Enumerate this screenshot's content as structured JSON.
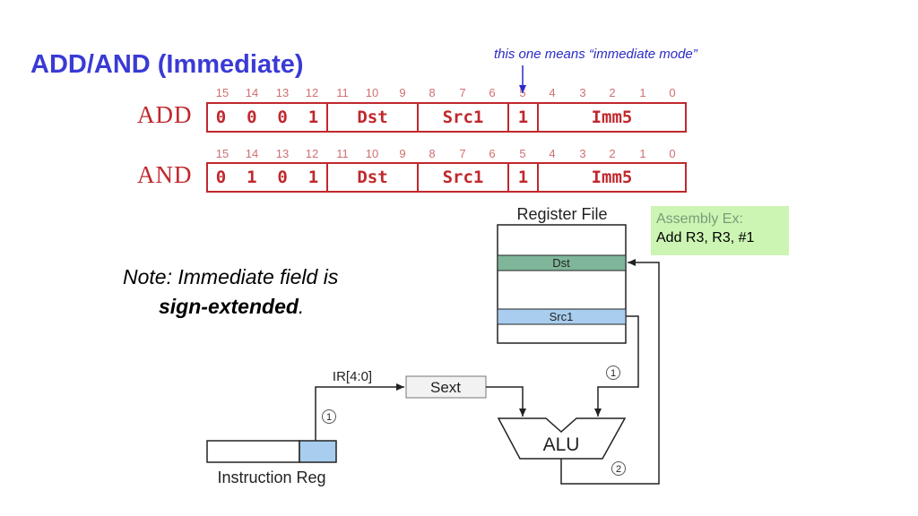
{
  "title": "ADD/AND (Immediate)",
  "annotation": "this one means “immediate mode”",
  "bit_numbers": [
    "15",
    "14",
    "13",
    "12",
    "11",
    "10",
    "9",
    "8",
    "7",
    "6",
    "5",
    "4",
    "3",
    "2",
    "1",
    "0"
  ],
  "instructions": [
    {
      "name": "ADD",
      "fields": [
        {
          "label": "0  0  0  1"
        },
        {
          "label": "Dst"
        },
        {
          "label": "Src1"
        },
        {
          "label": "1"
        },
        {
          "label": "Imm5"
        }
      ]
    },
    {
      "name": "AND",
      "fields": [
        {
          "label": "0  1  0  1"
        },
        {
          "label": "Dst"
        },
        {
          "label": "Src1"
        },
        {
          "label": "1"
        },
        {
          "label": "Imm5"
        }
      ]
    }
  ],
  "assembly": {
    "heading": "Assembly Ex:",
    "code": "Add R3, R3, #1"
  },
  "note": {
    "prefix": "Note: Immediate field is",
    "emphasis": "sign-extended",
    "suffix": "."
  },
  "diagram": {
    "register_file": "Register File",
    "dst": "Dst",
    "src1": "Src1",
    "ir_field": "IR[4:0]",
    "sext": "Sext",
    "alu": "ALU",
    "instruction_reg": "Instruction Reg",
    "step_1": "1",
    "step_2": "2"
  },
  "colors": {
    "title": "#3a3ad6",
    "encoding": "#c0282d",
    "bit_numbers": "#d07070",
    "dst_fill": "#7fb69a",
    "src_fill": "#a8cdee",
    "assembly_bg": "#ccf5b3"
  }
}
